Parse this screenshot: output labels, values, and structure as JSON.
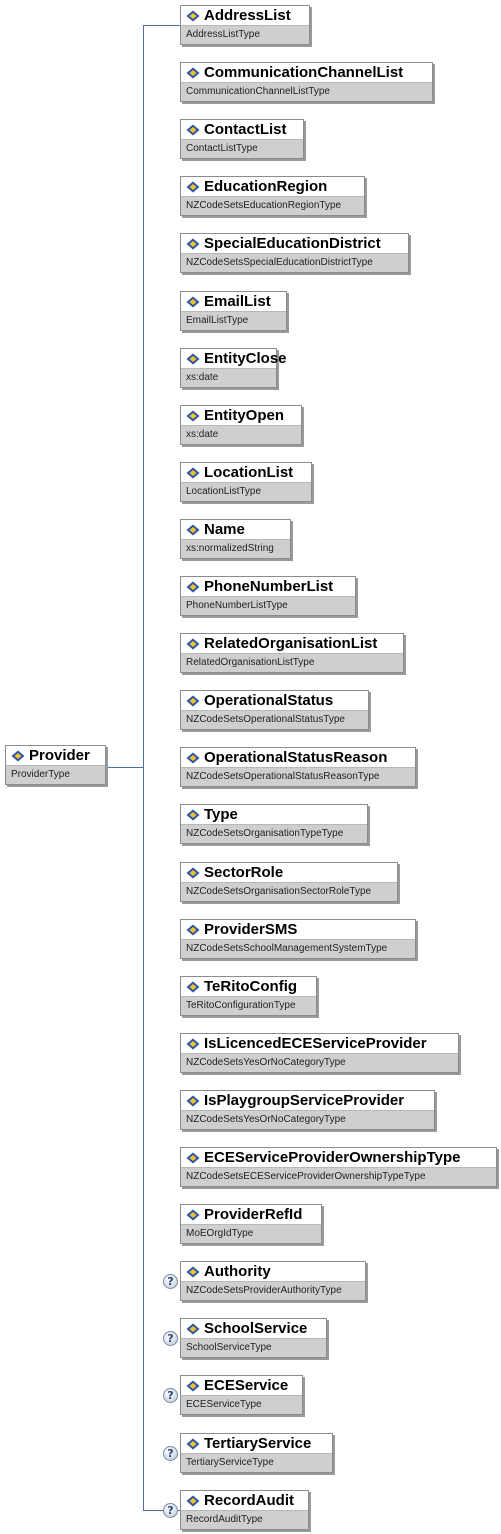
{
  "root": {
    "name": "Provider",
    "type": "ProviderType"
  },
  "optional_marker": "?",
  "colors": {
    "connector": "#4a6fa5",
    "type_band": "#cfcfcf",
    "border": "#8c8c8c"
  },
  "children": [
    {
      "name": "AddressList",
      "type": "AddressListType",
      "optional": false
    },
    {
      "name": "CommunicationChannelList",
      "type": "CommunicationChannelListType",
      "optional": false
    },
    {
      "name": "ContactList",
      "type": "ContactListType",
      "optional": false
    },
    {
      "name": "EducationRegion",
      "type": "NZCodeSetsEducationRegionType",
      "optional": false
    },
    {
      "name": "SpecialEducationDistrict",
      "type": "NZCodeSetsSpecialEducationDistrictType",
      "optional": false
    },
    {
      "name": "EmailList",
      "type": "EmailListType",
      "optional": false
    },
    {
      "name": "EntityClose",
      "type": "xs:date",
      "optional": false
    },
    {
      "name": "EntityOpen",
      "type": "xs:date",
      "optional": false
    },
    {
      "name": "LocationList",
      "type": "LocationListType",
      "optional": false
    },
    {
      "name": "Name",
      "type": "xs:normalizedString",
      "optional": false
    },
    {
      "name": "PhoneNumberList",
      "type": "PhoneNumberListType",
      "optional": false
    },
    {
      "name": "RelatedOrganisationList",
      "type": "RelatedOrganisationListType",
      "optional": false
    },
    {
      "name": "OperationalStatus",
      "type": "NZCodeSetsOperationalStatusType",
      "optional": false
    },
    {
      "name": "OperationalStatusReason",
      "type": "NZCodeSetsOperationalStatusReasonType",
      "optional": false
    },
    {
      "name": "Type",
      "type": "NZCodeSetsOrganisationTypeType",
      "optional": false
    },
    {
      "name": "SectorRole",
      "type": "NZCodeSetsOrganisationSectorRoleType",
      "optional": false
    },
    {
      "name": "ProviderSMS",
      "type": "NZCodeSetsSchoolManagementSystemType",
      "optional": false
    },
    {
      "name": "TeRitoConfig",
      "type": "TeRitoConfigurationType",
      "optional": false
    },
    {
      "name": "IsLicencedECEServiceProvider",
      "type": "NZCodeSetsYesOrNoCategoryType",
      "optional": false
    },
    {
      "name": "IsPlaygroupServiceProvider",
      "type": "NZCodeSetsYesOrNoCategoryType",
      "optional": false
    },
    {
      "name": "ECEServiceProviderOwnershipType",
      "type": "NZCodeSetsECEServiceProviderOwnershipTypeType",
      "optional": false
    },
    {
      "name": "ProviderRefId",
      "type": "MoEOrgIdType",
      "optional": false
    },
    {
      "name": "Authority",
      "type": "NZCodeSetsProviderAuthorityType",
      "optional": true
    },
    {
      "name": "SchoolService",
      "type": "SchoolServiceType",
      "optional": true
    },
    {
      "name": "ECEService",
      "type": "ECEServiceType",
      "optional": true
    },
    {
      "name": "TertiaryService",
      "type": "TertiaryServiceType",
      "optional": true
    },
    {
      "name": "RecordAudit",
      "type": "RecordAuditType",
      "optional": true
    }
  ]
}
